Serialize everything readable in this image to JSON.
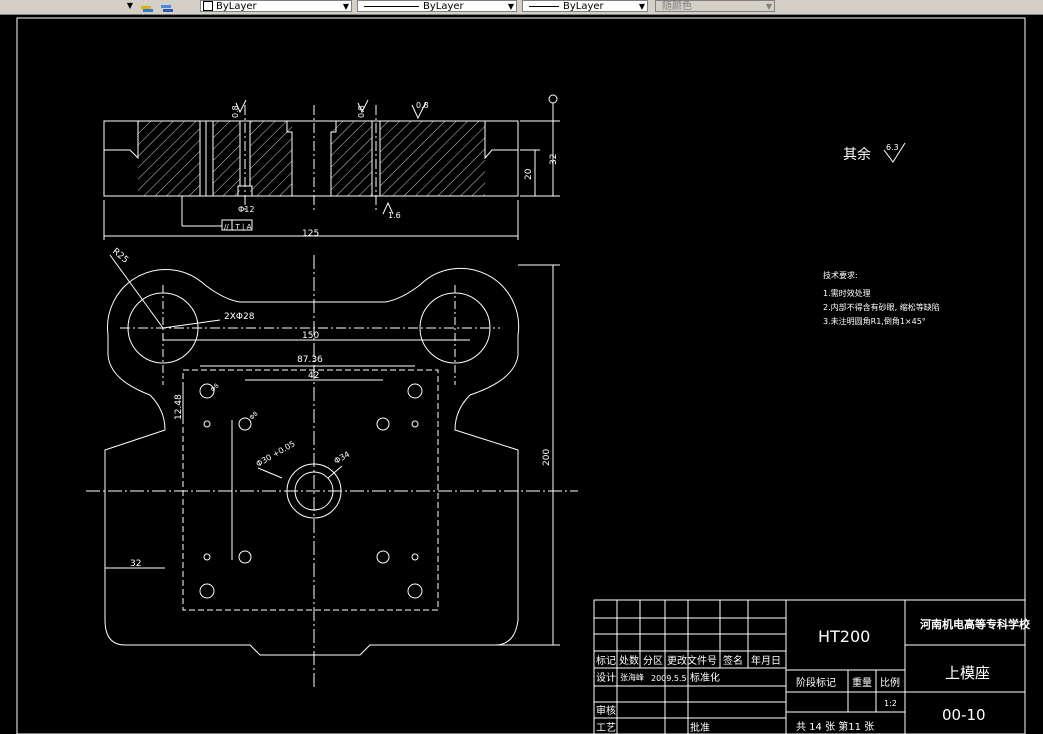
{
  "toolbar": {
    "layer_color_label": "ByLayer",
    "linetype_label": "ByLayer",
    "lineweight_label": "ByLayer",
    "plotstyle_label": "随颜色"
  },
  "drawing": {
    "top_view": {
      "rough_0_8_a": "0.8",
      "rough_0_8_b": "0.8",
      "rough_0_8_c": "0.8",
      "rough_1_6": "1.6",
      "hole_dim": "Φ12",
      "tolerance": "// | T | A",
      "dim_125": "125",
      "dim_32": "32",
      "dim_20": "20"
    },
    "plan_view": {
      "r25": "R25",
      "two_holes": "2XΦ28",
      "dim_150": "150",
      "dim_87_36": "87.36",
      "dim_42": "42",
      "dim_12_48": "12.48",
      "dim_200": "200",
      "dim_32": "32",
      "dim_bore_a": "Φ30 +0.05",
      "dim_bore_b": "Φ34",
      "small_hole_a": "Φ8",
      "small_hole_b": "Φ8"
    },
    "notes": {
      "other_roughness_label": "其余",
      "other_roughness_value": "6.3",
      "heading": "技术要求:",
      "line1": "1.需时效处理",
      "line2": "2.内部不得含有砂眼, 缩松等缺陷",
      "line3": "3.未注明圆角R1,倒角1×45°"
    },
    "title_block": {
      "material": "HT200",
      "school": "河南机电高等专科学校",
      "part_name": "上模座",
      "drawing_no": "00-10",
      "hdr_mark": "标记",
      "hdr_count": "处数",
      "hdr_zone": "分区",
      "hdr_doc": "更改文件号",
      "hdr_sign": "签名",
      "hdr_date": "年月日",
      "design": "设计",
      "designer": "张海峰",
      "design_date": "2009.5.5",
      "standard": "标准化",
      "stage": "阶段标记",
      "weight": "重量",
      "scale": "比例",
      "scale_value": "1:2",
      "review": "审核",
      "process": "工艺",
      "approve": "批准",
      "sheets": "共 14 张  第11 张"
    }
  }
}
